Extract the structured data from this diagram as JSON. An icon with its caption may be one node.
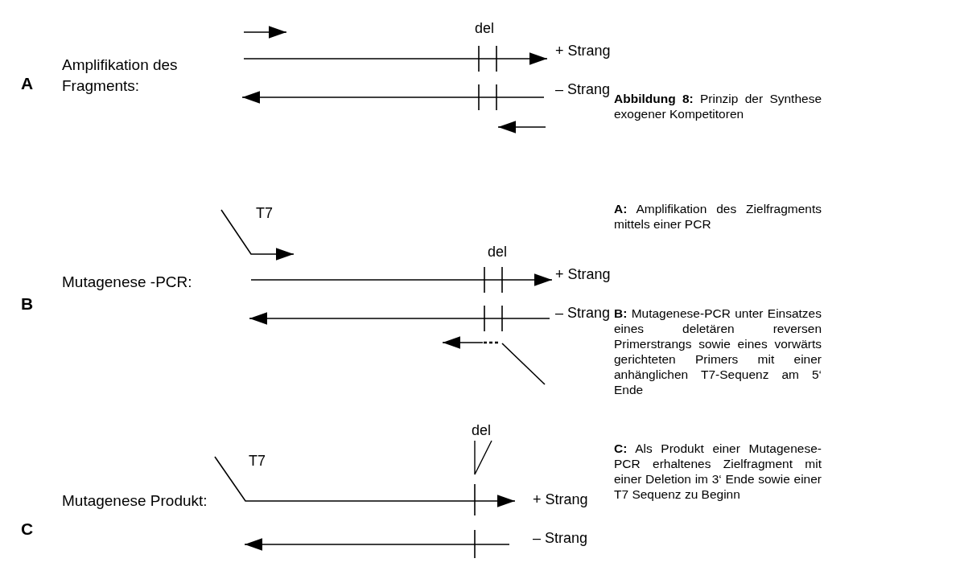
{
  "diagram": {
    "caption": "**Abbildung 8:** Prinzip der Synthese exogener Kompetitoren",
    "labels": [
      "A",
      "Amplifikation des Fragments:",
      "del",
      "+ Strang",
      "– Strang",
      "B",
      "T7",
      "Mutagenese -PCR:",
      "del",
      "+ Strang",
      "– Strang",
      "C",
      "del",
      "T7",
      "Mutagenese Produkt:",
      "+ Strang",
      "– Strang",
      "**A:** Amplifikation des Zielfragments mittels einer PCR",
      "**B:** Mutagenese-PCR unter Einsatzes eines deletären reversen Primerstrangs sowie eines vorwärts gerichteten Primers mit einer anhänglichen T7-Sequenz am 5‘ Ende",
      "**C:** Als Produkt einer Mutagenese-PCR erhaltenes Zielfragment mit einer Deletion im 3‘ Ende sowie einer T7 Sequenz zu Beginn"
    ]
  }
}
